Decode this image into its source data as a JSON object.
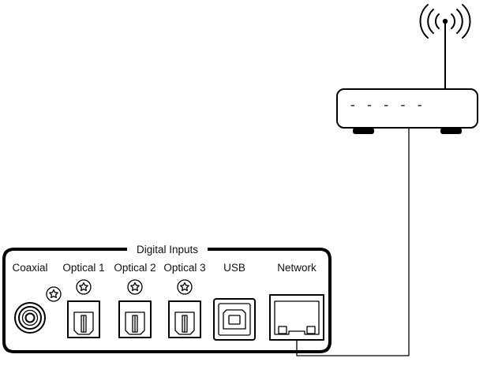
{
  "panel": {
    "title": "Digital Inputs",
    "ports": {
      "coaxial": "Coaxial",
      "optical_1": "Optical 1",
      "optical_2": "Optical 2",
      "optical_3": "Optical 3",
      "usb": "USB",
      "network": "Network"
    }
  },
  "router": {
    "indicator": "- - - - -"
  },
  "icons": {
    "antenna": "wifi-antenna-icon",
    "rca": "rca-jack-icon",
    "toslink": "toslink-port-icon",
    "usb": "usb-b-port-icon",
    "ethernet": "ethernet-port-icon",
    "screw": "screw-icon"
  },
  "colors": {
    "line": "#000000",
    "background": "#ffffff"
  }
}
